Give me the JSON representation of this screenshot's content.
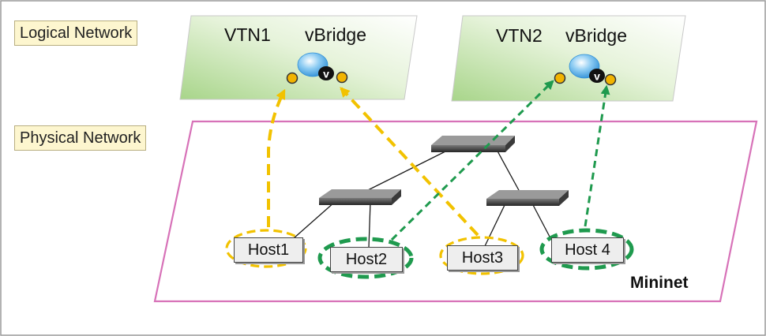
{
  "labels": {
    "logical_network": "Logical Network",
    "physical_network": "Physical Network",
    "mininet": "Mininet"
  },
  "vtns": [
    {
      "name": "VTN1",
      "bridge": "vBridge",
      "color": "#f2c200"
    },
    {
      "name": "VTN2",
      "bridge": "vBridge",
      "color": "#1f9a4e"
    }
  ],
  "hosts": [
    {
      "label": "Host1",
      "vtn": "VTN1"
    },
    {
      "label": "Host2",
      "vtn": "VTN2"
    },
    {
      "label": "Host3",
      "vtn": "VTN1"
    },
    {
      "label": "Host 4",
      "vtn": "VTN2"
    }
  ],
  "icons": {
    "switch": "network-switch-icon",
    "vbridge": "vbridge-icon",
    "vbridge_letter": "v"
  },
  "colors": {
    "logical_plane": "#a8d58a",
    "physical_border": "#d772b8",
    "vtn1_link": "#f2c200",
    "vtn2_link": "#1f9a4e",
    "label_background": "#fdf6cf"
  }
}
